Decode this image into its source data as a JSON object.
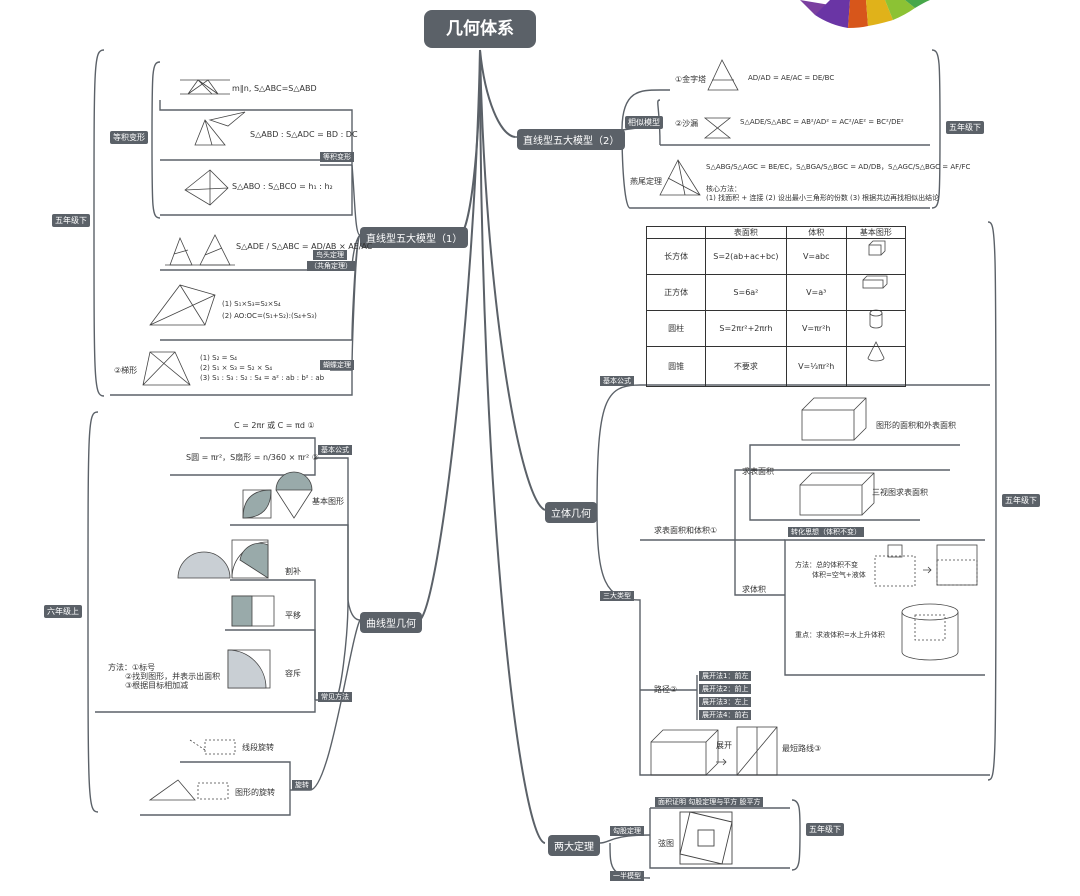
{
  "root": "几何体系",
  "branches": {
    "line1": "直线型五大模型（1）",
    "line2": "直线型五大模型（2）",
    "curve": "曲线型几何",
    "solid": "立体几何",
    "two": "两大定理"
  },
  "line1": {
    "equal_area": "等积变形",
    "parallel": "等积变形",
    "f1": "m∥n, S△ABC=S△ABD",
    "f2": "S△ABD : S△ADC = BD : DC",
    "f3": "S△ABO : S△BCO = h₁ : h₂",
    "bird_title": "鸟头定理",
    "bird_sub": "（共角定理）",
    "bird_f": "S△ADE / S△ABC = AD/AB × AE/AC",
    "butterfly_f1": "(1) S₁×S₃=S₂×S₄",
    "butterfly_f2": "(2) AO:OC=(S₁+S₂):(S₄+S₃)",
    "trapezoid": "②梯形",
    "trap_f1": "(1) S₂ = S₄",
    "trap_f2": "(2) S₁ × S₃ = S₂ × S₄",
    "trap_f3": "(3) S₁ : S₃ : S₂ : S₄ = a² : ab : b² : ab",
    "butterfly_title": "蝴蝶定理",
    "left_tag": "五年级下"
  },
  "line2": {
    "sub": "相似模型",
    "sand": "①金字塔",
    "sand_f": "AD/AD = AE/AC = DE/BC",
    "hourglass": "②沙漏",
    "hourglass_f": "S△ADE/S△ABC = AB²/AD² = AC²/AE² = BC²/DE²",
    "swallow": "燕尾定理",
    "swallow_f": "S△ABG/S△AGC = BE/EC，S△BGA/S△BGC = AD/DB，S△AGC/S△BGC = AF/FC",
    "method": "核心方法：",
    "method_text": "(1) 找面积 + 连接   (2) 设出最小三角形的份数   (3) 根据共边再找相似出结论",
    "right_tag": "五年级下"
  },
  "curve": {
    "f_circle": "C = 2πr 或 C = πd ①",
    "f_area": "S圆 = πr²，S扇形 = n/360 × πr² ②",
    "basic": "基本公式",
    "basic_shape": "基本图形",
    "cut": "割补",
    "move": "平移",
    "tolerate": "容斥",
    "method": "方法：①标号",
    "method2": "②找到图形，并表示出面积",
    "method3": "③根据目标相加减",
    "common": "常见方法",
    "rotate_line": "线段旋转",
    "rotate_shape": "图形的旋转",
    "rotate": "旋转",
    "left_tag": "六年级上"
  },
  "solid": {
    "formula": "基本公式",
    "table_head": [
      "",
      "表面积",
      "体积",
      "基本图形"
    ],
    "rows": [
      [
        "长方体",
        "S=2(ab+ac+bc)",
        "V=abc"
      ],
      [
        "正方体",
        "S=6a²",
        "V=a³"
      ],
      [
        "圆柱",
        "S=2πr²+2πrh",
        "V=πr²h"
      ],
      [
        "圆锥",
        "不要求",
        "V=⅓πr²h"
      ]
    ],
    "three_types": "三大类型",
    "surface_volume": "求表面积和体积①",
    "find_surface": "求表面积",
    "s1": "图形的面积和外表面积",
    "s2": "三视图求表面积",
    "volume_change": "转化思想（体积不变）",
    "find_volume": "求体积",
    "v1a": "方法：总的体积不变",
    "v1b": "体积=空气+液体",
    "v2": "重点：求液体积=水上升体积",
    "route": "路径②",
    "r1": "展开法1：前左",
    "r2": "展开法2：前上",
    "r3": "展开法3：左上",
    "r4": "展开法4：前右",
    "unfold": "展开",
    "shortest": "最短路线③",
    "right_tag": "五年级下"
  },
  "theorems": {
    "pythag": "勾股定理",
    "top": "面积证明  勾股定理与平方  股平方",
    "xian": "弦图",
    "other": "一半模型",
    "right_tag": "五年级下"
  }
}
